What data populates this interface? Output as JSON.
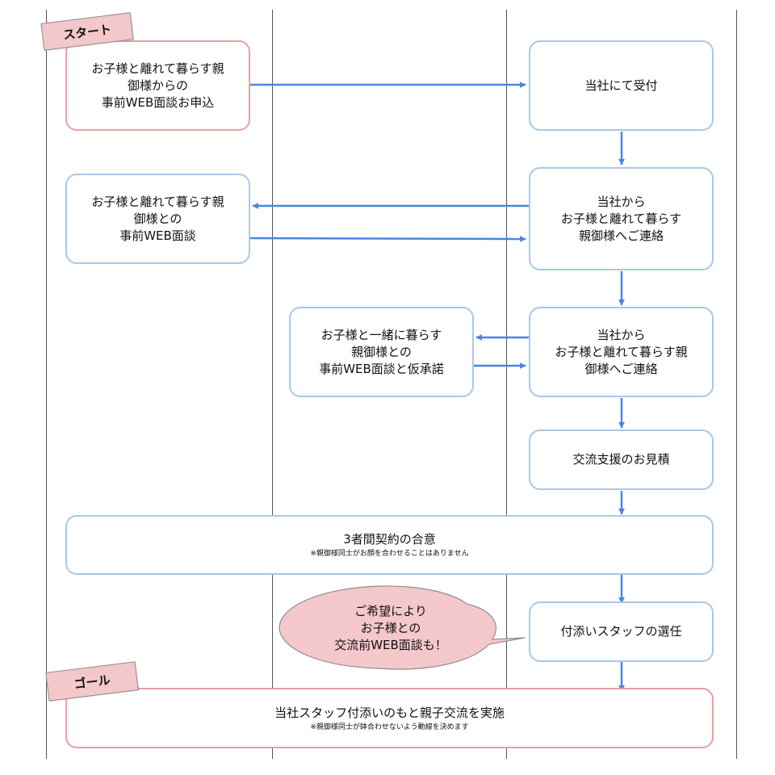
{
  "labels": {
    "start": "スタート",
    "goal": "ゴール"
  },
  "steps": {
    "apply": "お子様と離れて暮らす親\n御様からの\n事前WEB面談お申込",
    "receive": "当社にて受付",
    "interview_away": "お子様と離れて暮らす親\n御様との\n事前WEB面談",
    "contact_away": "当社から\nお子様と離れて暮らす\n親御様へご連絡",
    "interview_together": "お子様と一緒に暮らす\n親御様との\n事前WEB面談と仮承諾",
    "contact_away_2": "当社から\nお子様と離れて暮らす親\n御様へご連絡",
    "estimate": "交流支援のお見積",
    "contract": {
      "title": "3者間契約の合意",
      "note": "※親御様同士がお顔を合わせることはありません"
    },
    "staff": "付添いスタッフの選任",
    "exchange": {
      "title": "当社スタッフ付添いのもと親子交流を実施",
      "note": "※親御様同士が鉢合わせないよう動線を決めます"
    }
  },
  "callout": "ご希望により\nお子様との\n交流前WEB面談も！",
  "colors": {
    "arrow": "#4a86e0",
    "box_border_blue": "#a9c8e8",
    "box_border_red": "#e8a0a6",
    "tag_fill": "#f4c7cb",
    "bubble_fill": "#f4c7cb"
  }
}
